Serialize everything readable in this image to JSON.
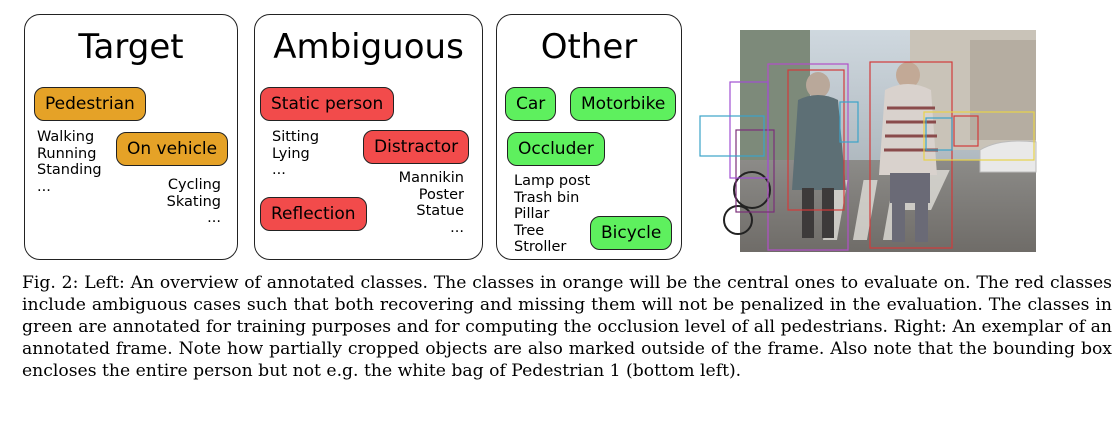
{
  "panels": {
    "target": {
      "title": "Target",
      "classes": [
        "Pedestrian",
        "On vehicle"
      ],
      "examples_pedestrian": [
        "Walking",
        "Running",
        "Standing",
        "..."
      ],
      "examples_on_vehicle": [
        "Cycling",
        "Skating",
        "..."
      ]
    },
    "ambiguous": {
      "title": "Ambiguous",
      "classes": [
        "Static person",
        "Distractor",
        "Reflection"
      ],
      "examples_static_person": [
        "Sitting",
        "Lying",
        "..."
      ],
      "examples_distractor": [
        "Mannikin",
        "Poster",
        "Statue",
        "..."
      ]
    },
    "other": {
      "title": "Other",
      "classes": [
        "Car",
        "Motorbike",
        "Occluder",
        "Bicycle"
      ],
      "examples_occluder": [
        "Lamp post",
        "Trash bin",
        "Pillar",
        "Tree",
        "Stroller"
      ]
    }
  },
  "colors": {
    "target": "#e5a227",
    "ambiguous": "#f24b4b",
    "other": "#5ef05e"
  },
  "caption": "Fig. 2: Left: An overview of annotated classes. The classes in orange will be the central ones to evaluate on. The red classes include ambiguous cases such that both recovering and missing them will not be penalized in the evaluation. The classes in green are annotated for training purposes and for computing the occlusion level of all pedestrians. Right: An exemplar of an annotated frame. Note how partially cropped objects are also marked outside of the frame. Also note that the bounding box encloses the entire person but not e.g. the white bag of Pedestrian 1 (bottom left)."
}
